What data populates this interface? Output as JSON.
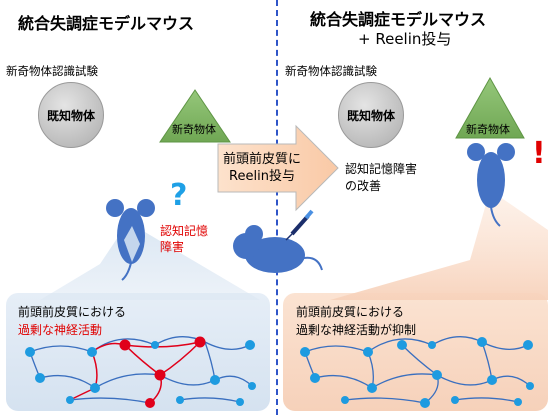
{
  "left": {
    "title": "統合失調症モデルマウス",
    "test_label": "新奇物体認識試験",
    "known_object": "既知物体",
    "novel_object": "新奇物体",
    "question_mark": "?",
    "deficit_line1": "認知記憶",
    "deficit_line2": "障害",
    "panel_line1": "前頭前皮質における",
    "panel_line2": "過剰な神経活動"
  },
  "right": {
    "title_line1": "統合失調症モデルマウス",
    "title_line2": "+ Reelin投与",
    "test_label": "新奇物体認識試験",
    "known_object": "既知物体",
    "novel_object": "新奇物体",
    "exclamation": "!",
    "improve_line1": "認知記憶障害",
    "improve_line2": "の改善",
    "panel_line1": "前頭前皮質における",
    "panel_line2": "過剰な神経活動が抑制"
  },
  "arrow": {
    "line1": "前頭前皮質に",
    "line2": "Reelin投与"
  },
  "colors": {
    "mouse": "#4472c4",
    "triangle": "#84b96a",
    "neuron": "#1e9be0",
    "active_neuron": "#e0001a",
    "divider": "#2f55c8",
    "highlight_red": "#e00000"
  }
}
